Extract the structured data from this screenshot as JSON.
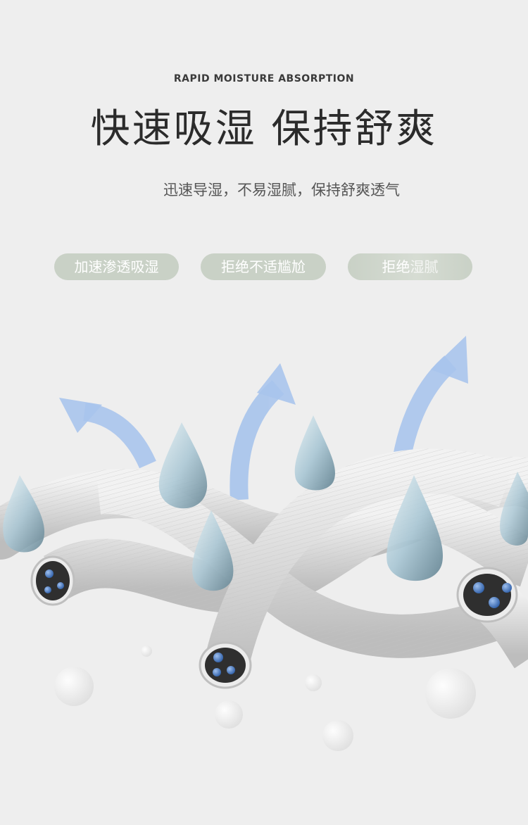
{
  "header": {
    "subtitle_en": "RAPID MOISTURE ABSORPTION",
    "title_cn": "快速吸湿 保持舒爽",
    "description_cn": "迅速导湿，不易湿腻，保持舒爽透气"
  },
  "features": [
    {
      "label": "加速渗透吸湿"
    },
    {
      "label": "拒绝不适尴尬"
    },
    {
      "label_part1": "拒绝",
      "label_part2": "湿腻"
    }
  ],
  "colors": {
    "background": "#eeeeee",
    "pill": "#c9d1c6",
    "arrow": "#a8c4ec",
    "fiber": "#d9d9d9",
    "droplet": "#a9c7d6"
  },
  "illustration": {
    "subject": "woven fiber strands with water droplets and upward moisture arrows",
    "icons": [
      "arrow-up-icon",
      "water-drop-icon",
      "fiber-strand"
    ]
  }
}
